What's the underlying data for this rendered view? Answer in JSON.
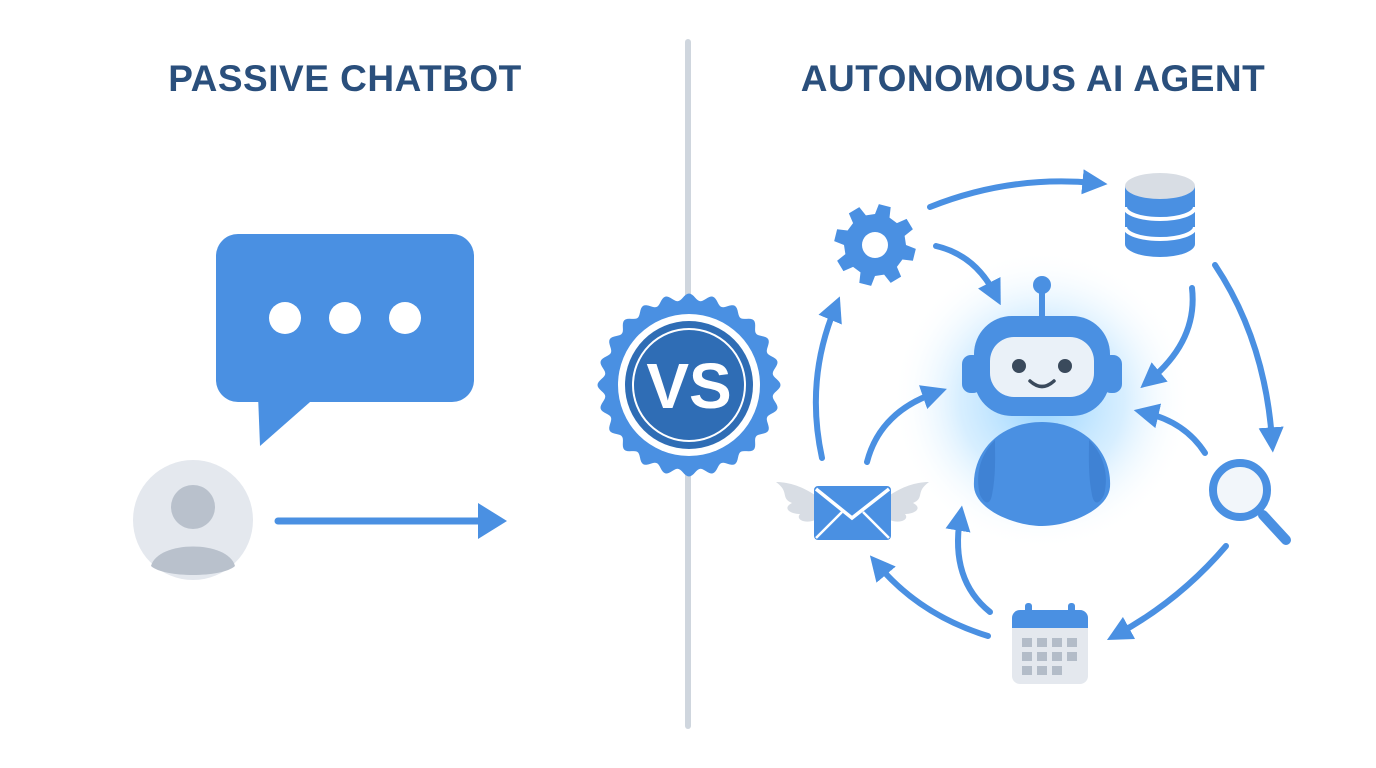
{
  "left_panel": {
    "title": "PASSIVE CHATBOT",
    "icons": [
      "chat-bubble-icon",
      "user-avatar-icon",
      "arrow-right-icon"
    ]
  },
  "right_panel": {
    "title": "AUTONOMOUS AI AGENT",
    "icons": [
      "robot-icon",
      "gear-icon",
      "database-icon",
      "search-icon",
      "calendar-icon",
      "winged-envelope-icon"
    ]
  },
  "badge": {
    "label": "VS"
  },
  "colors": {
    "primary": "#4a90e2",
    "badge_dark": "#2f6db5",
    "title": "#2a4f7c",
    "gray": "#d8dde4",
    "divider": "#cfd6de"
  }
}
